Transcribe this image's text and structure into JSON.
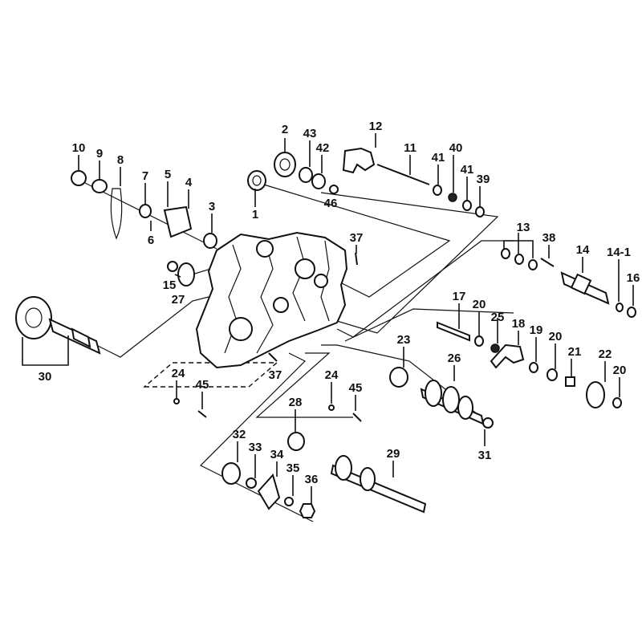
{
  "diagram": {
    "callouts": [
      "1",
      "2",
      "3",
      "4",
      "5",
      "6",
      "7",
      "8",
      "9",
      "10",
      "11",
      "12",
      "13",
      "14",
      "14-1",
      "15",
      "16",
      "17",
      "18",
      "19",
      "20",
      "20",
      "20",
      "21",
      "22",
      "23",
      "24",
      "24",
      "25",
      "26",
      "27",
      "28",
      "29",
      "30",
      "31",
      "32",
      "33",
      "34",
      "35",
      "36",
      "37",
      "37",
      "38",
      "39",
      "40",
      "41",
      "41",
      "42",
      "43",
      "45",
      "45",
      "46"
    ]
  }
}
